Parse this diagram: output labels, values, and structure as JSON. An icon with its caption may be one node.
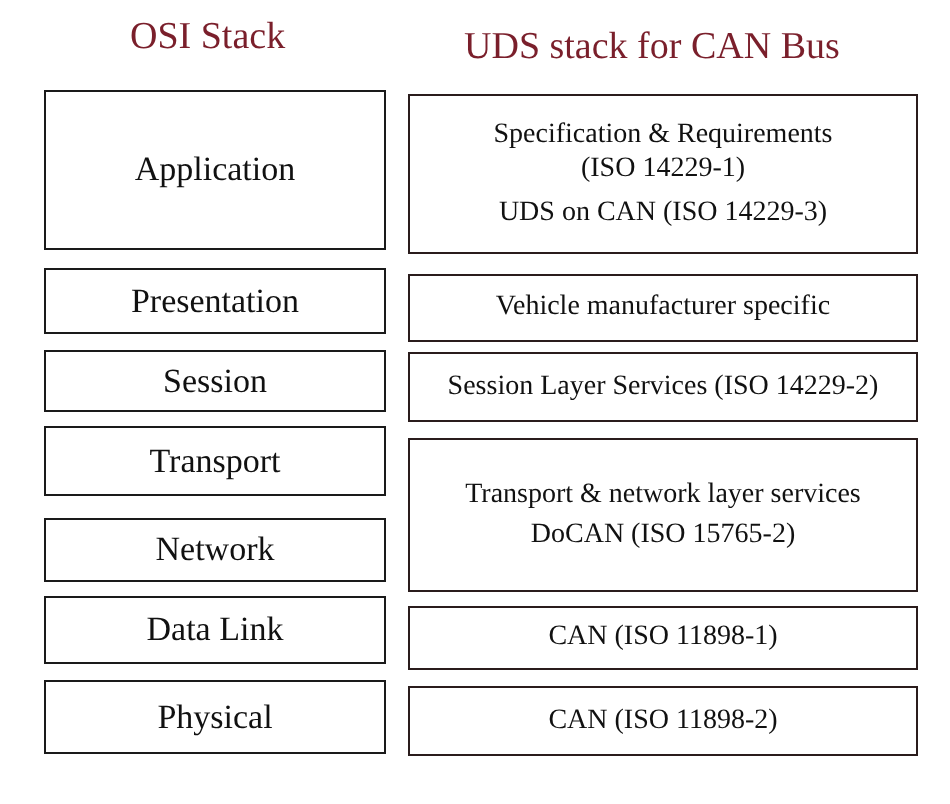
{
  "diagram": {
    "nodes": [
      {
        "text": [
          "Application"
        ]
      },
      {
        "text": [
          "Presentation"
        ]
      },
      {
        "text": [
          "Session"
        ]
      },
      {
        "text": [
          "Transport"
        ]
      },
      {
        "text": [
          "Network"
        ]
      },
      {
        "text": [
          "Data Link"
        ]
      },
      {
        "text": [
          "Physical"
        ]
      },
      {
        "text": [
          "Specification & Requirements (ISO 14229-1)",
          "UDS on CAN (ISO 14229-3)"
        ]
      },
      {
        "text": [
          "Vehicle manufacturer specific"
        ]
      },
      {
        "text": [
          "Session Layer Services (ISO 14229-2)"
        ]
      },
      {
        "text": [
          "Transport & network layer services",
          "DoCAN (ISO 15765-2)"
        ]
      },
      {
        "text": [
          "CAN (ISO 11898-1)"
        ]
      },
      {
        "text": [
          "CAN (ISO 11898-2)"
        ]
      }
    ],
    "edges": [],
    "labels": [
      "OSI Stack",
      "UDS stack for CAN Bus"
    ]
  }
}
